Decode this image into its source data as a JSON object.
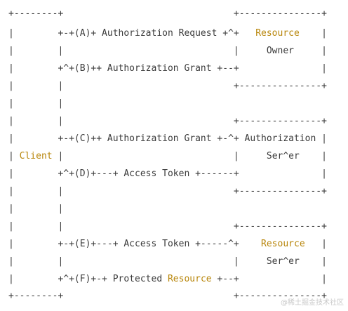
{
  "colors": {
    "background": "#ffffff",
    "text": "#3b3b3b",
    "highlight": "#b8860b"
  },
  "diagram": {
    "lines": [
      {
        "text": "+--------+                               +---------------+"
      },
      {
        "text": "|        +-+(A)+ Authorization Request +^+   ",
        "hl": "Resource",
        "after": "    |"
      },
      {
        "text": "|        |                               |     Owner     |"
      },
      {
        "text": "|        +^+(B)++ Authorization Grant +--+               |"
      },
      {
        "text": "|        |                               +---------------+"
      },
      {
        "text": "|        |"
      },
      {
        "text": "|        |                               +---------------+"
      },
      {
        "text": "|        +-+(C)++ Authorization Grant +-^+ Authorization |"
      },
      {
        "text": "| ",
        "hl": "Client",
        "after": " |                               |     Ser^er    |"
      },
      {
        "text": "|        +^+(D)+---+ Access Token +------+               |"
      },
      {
        "text": "|        |                               +---------------+"
      },
      {
        "text": "|        |"
      },
      {
        "text": "|        |                               +---------------+"
      },
      {
        "text": "|        +-+(E)+---+ Access Token +-----^+    ",
        "hl": "Resource",
        "after": "   |"
      },
      {
        "text": "|        |                               |     Ser^er    |"
      },
      {
        "text": "|        +^+(F)+-+ Protected ",
        "hl": "Resource",
        "after": " +--+               |"
      },
      {
        "text": "+--------+                               +---------------+"
      }
    ]
  },
  "watermark": {
    "text": "@稀土掘金技术社区"
  }
}
